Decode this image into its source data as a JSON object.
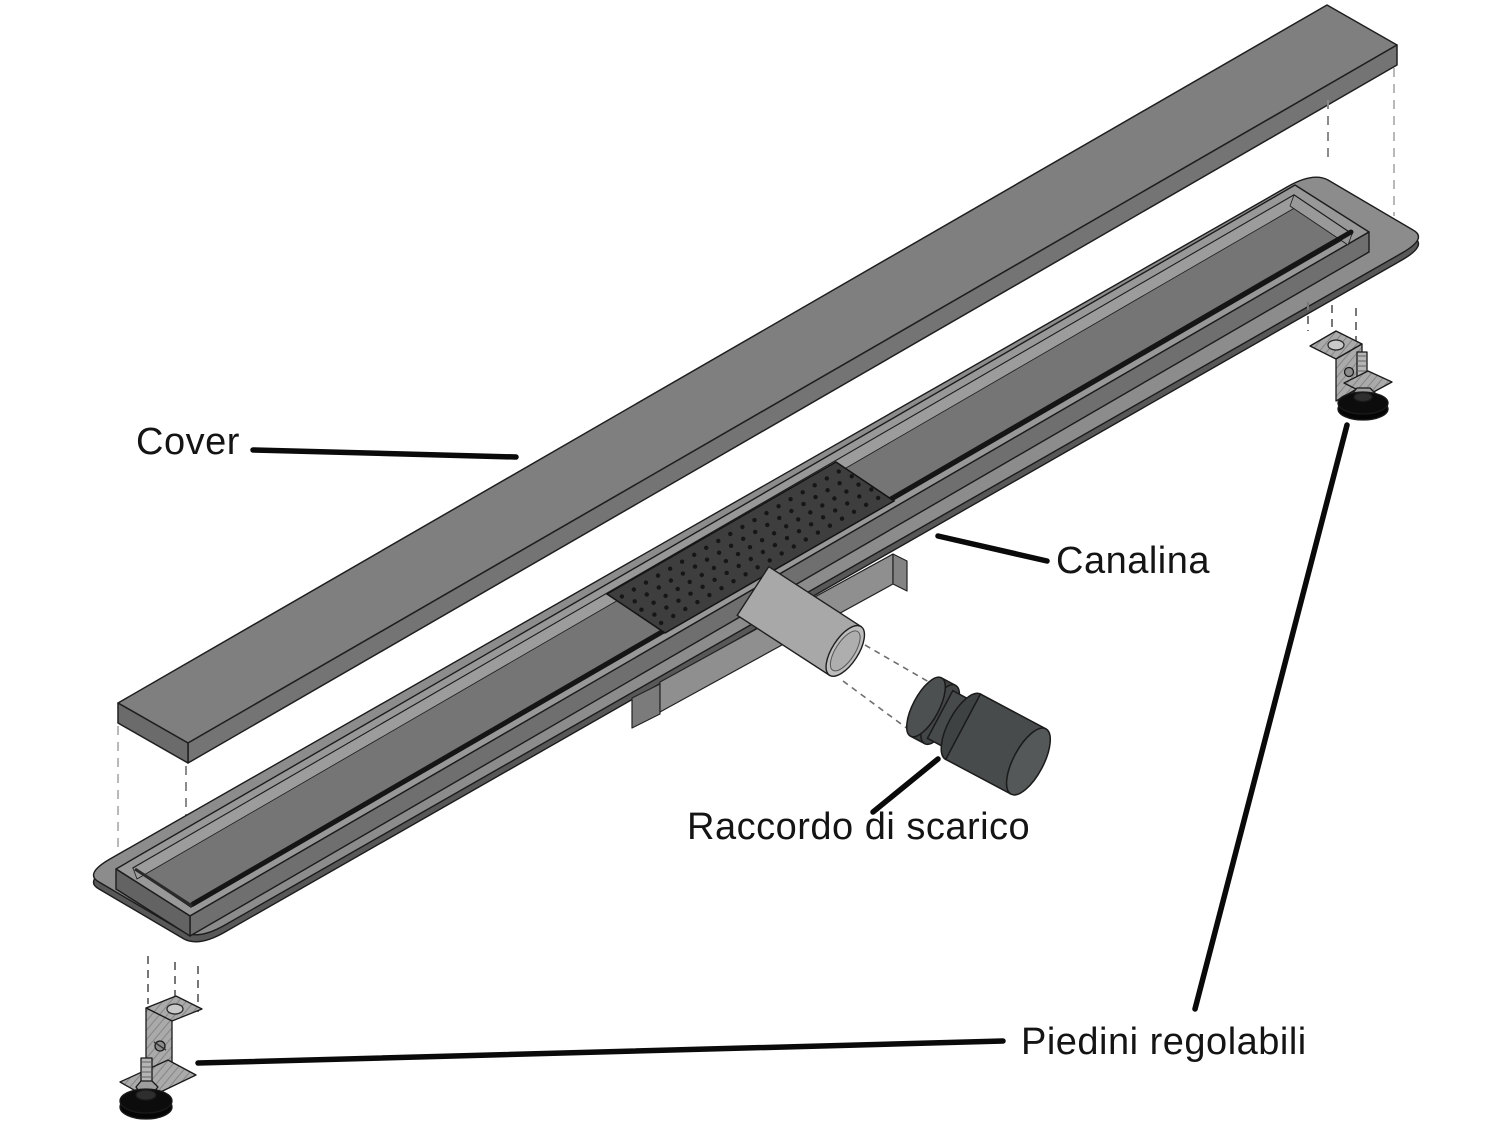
{
  "diagram": {
    "type": "exploded-isometric-diagram",
    "subject": "linear shower drain assembly",
    "labels": {
      "cover": "Cover",
      "canalina": "Canalina",
      "raccordo": "Raccordo di scarico",
      "piedini": "Piedini regolabili"
    },
    "colors": {
      "background": "#ffffff",
      "metal": "#7f7f7f",
      "metal_skirt": "#747474",
      "metal_end": "#6b6b6b",
      "flange": "#8c8c8c",
      "flange_edge": "#585858",
      "rim": "#989898",
      "cavity": "#757575",
      "grate": "#3e3e3e",
      "grate_dot": "#161616",
      "sump": "#8f8f8f",
      "pipe": "#a8a8a8",
      "pipe_face": "#bdbdbd",
      "fitting": "#484b4b",
      "fitting_face": "#545858",
      "foot_pad": "#0c0c0c",
      "outline": "#1f1f1f",
      "leader": "#0a0a0a",
      "dash": "#777777",
      "dash_light": "#b9b9b9"
    }
  }
}
